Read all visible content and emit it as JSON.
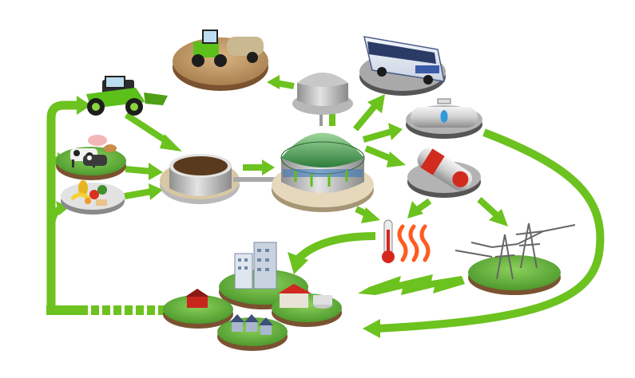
{
  "diagram": {
    "colors": {
      "arrow": "#6cc21e",
      "grass": "#5fae3a",
      "soil": "#9b6a3c",
      "digester_dome": "#4e9a55",
      "tank": "#b9b9b9",
      "heat_wave": "#ff5a1f",
      "thermometer": "#d8261e"
    },
    "nodes": [
      {
        "id": "tractor-loader",
        "icon": "tractor-icon"
      },
      {
        "id": "livestock",
        "icon": "cow-pig-icon"
      },
      {
        "id": "food-waste",
        "icon": "fruit-vegetables-icon"
      },
      {
        "id": "tractor-spreader",
        "icon": "tractor-tanker-icon"
      },
      {
        "id": "pre-storage-tank",
        "icon": "slurry-tank-icon"
      },
      {
        "id": "biogas-digester",
        "icon": "digester-icon"
      },
      {
        "id": "gas-storage",
        "icon": "gas-holder-icon"
      },
      {
        "id": "bus",
        "icon": "bus-icon"
      },
      {
        "id": "gas-grid",
        "icon": "pipeline-icon"
      },
      {
        "id": "chp-generator",
        "icon": "generator-icon"
      },
      {
        "id": "heat",
        "icon": "thermometer-heat-icon"
      },
      {
        "id": "power-grid",
        "icon": "power-tower-icon"
      },
      {
        "id": "consumers",
        "icon": "city-houses-farm-icon"
      }
    ]
  }
}
